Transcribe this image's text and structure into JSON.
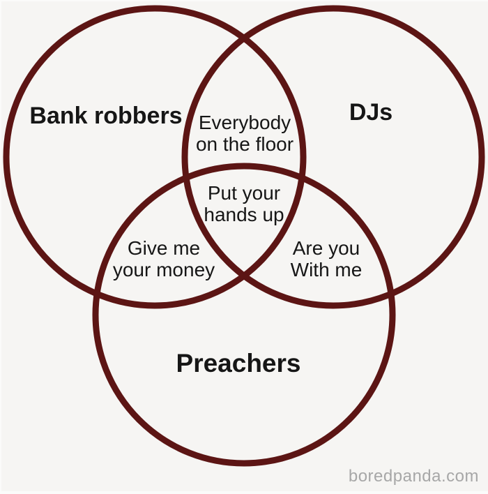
{
  "diagram": {
    "type": "venn",
    "sets": [
      {
        "id": "bank-robbers",
        "label": "Bank robbers"
      },
      {
        "id": "djs",
        "label": "DJs"
      },
      {
        "id": "preachers",
        "label": "Preachers"
      }
    ],
    "intersections": {
      "bank_robbers_djs": "Everybody\non the floor",
      "all_three": "Put your\nhands up",
      "bank_robbers_preachers": "Give me\nyour money",
      "djs_preachers": "Are you\nWith me"
    },
    "colors": {
      "circle_stroke": "#5c1514",
      "background": "#f6f5f3",
      "text": "#161616",
      "watermark": "#a7a7a7"
    }
  },
  "watermark": {
    "text": "boredpanda.com"
  }
}
